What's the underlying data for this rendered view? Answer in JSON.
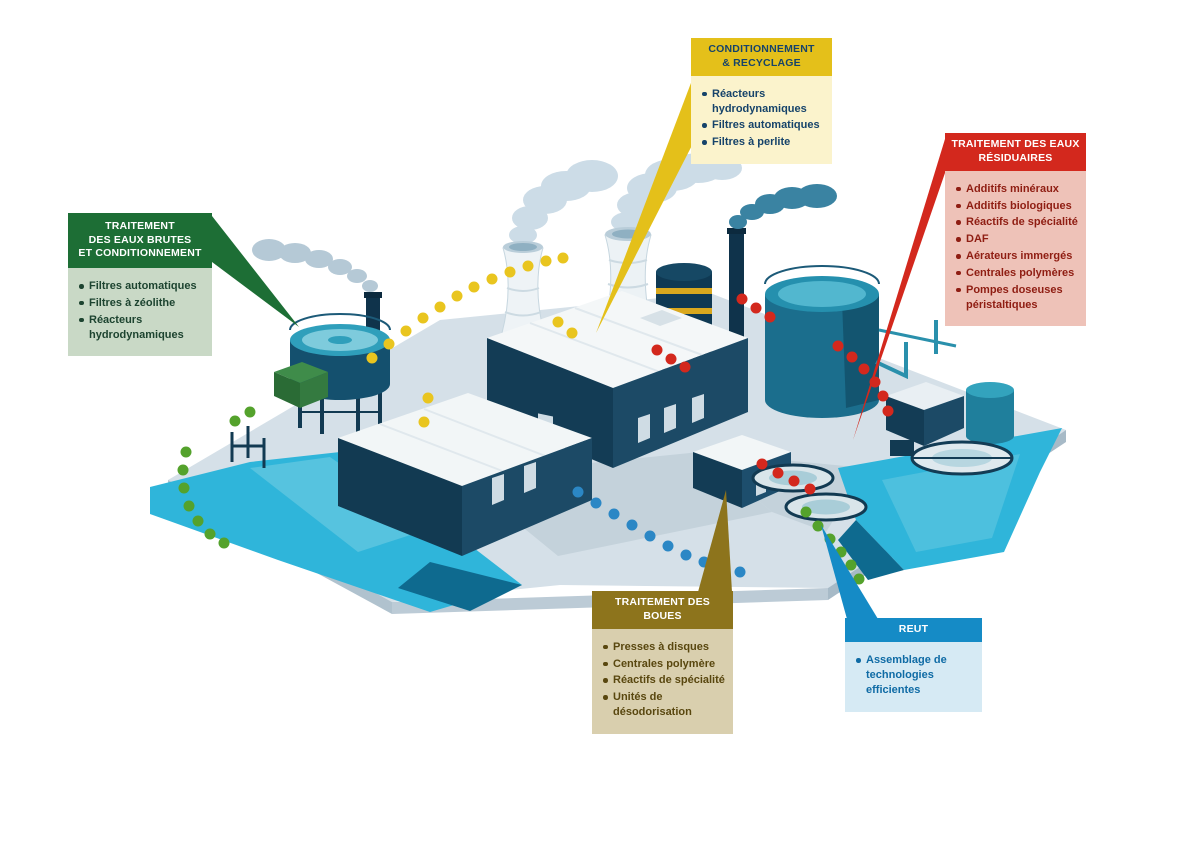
{
  "callouts": {
    "raw_water": {
      "title": "TRAITEMENT\nDES EAUX BRUTES\nET CONDITIONNEMENT",
      "items": [
        "Filtres automatiques",
        "Filtres à zéolithe",
        "Réacteurs hydrodynamiques"
      ],
      "header_color": "#1d6e35",
      "header_text_color": "#ffffff",
      "body_color": "#c9d9c6",
      "text_color": "#1d4430"
    },
    "conditioning": {
      "title": "CONDITIONNEMENT\n& RECYCLAGE",
      "items": [
        "Réacteurs hydrodynamiques",
        "Filtres automatiques",
        "Filtres à perlite"
      ],
      "header_color": "#e4c01a",
      "header_text_color": "#16436a",
      "body_color": "#fbf3cc",
      "text_color": "#16436a"
    },
    "wastewater": {
      "title": "TRAITEMENT DES EAUX\nRÉSIDUAIRES",
      "items": [
        "Additifs minéraux",
        "Additifs biologiques",
        "Réactifs de spécialité",
        "DAF",
        "Aérateurs immergés",
        "Centrales polymères",
        "Pompes doseuses péristaltiques"
      ],
      "header_color": "#d3281d",
      "header_text_color": "#ffffff",
      "body_color": "#eec2b8",
      "text_color": "#8f1d12"
    },
    "sludge": {
      "title": "TRAITEMENT DES BOUES",
      "items": [
        "Presses à disques",
        "Centrales polymère",
        "Réactifs de spécialité",
        "Unités de désodorisation"
      ],
      "header_color": "#8d741c",
      "header_text_color": "#ffffff",
      "body_color": "#d9cfae",
      "text_color": "#59470f"
    },
    "reut": {
      "title": "REUT",
      "items": [
        "Assemblage de technologies efficientes"
      ],
      "header_color": "#158bc6",
      "header_text_color": "#ffffff",
      "body_color": "#d6eaf4",
      "text_color": "#0f6ba5"
    }
  },
  "flow_dot_colors": {
    "conditioning": "#e9c51f",
    "wastewater": "#d3281d",
    "raw_water": "#54a22c",
    "reut": "#2b87c5"
  }
}
